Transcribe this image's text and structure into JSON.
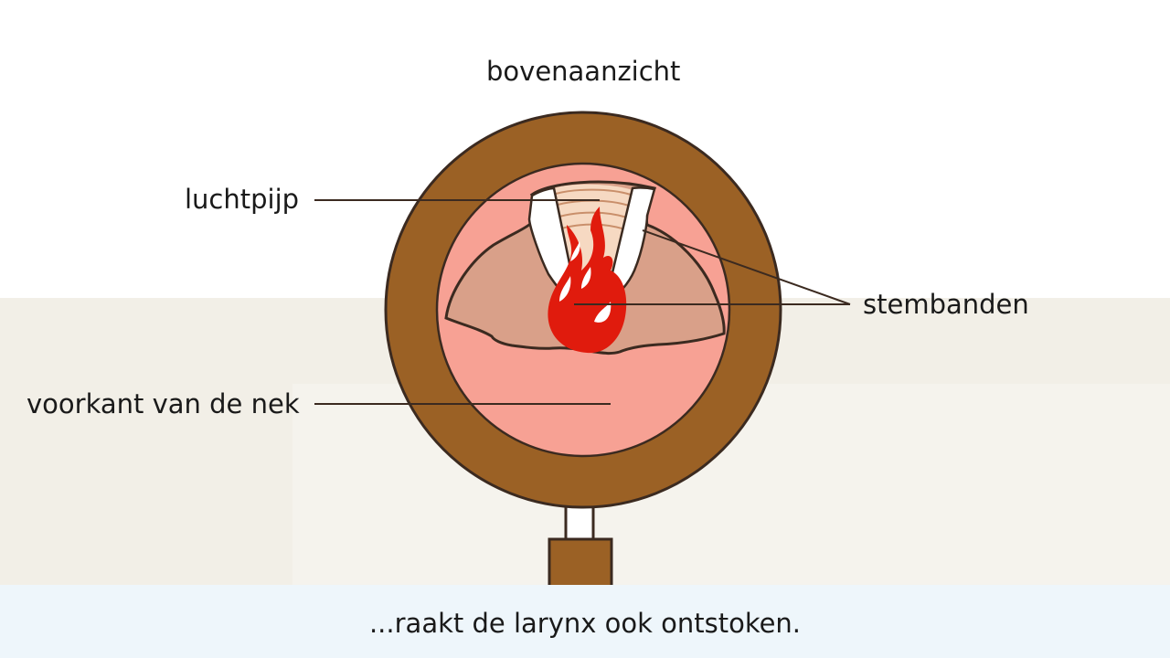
{
  "diagram": {
    "title": "bovenaanzicht",
    "labels": {
      "trachea": "luchtpijp",
      "vocal_cords": "stembanden",
      "front_of_neck": "voorkant van de nek"
    }
  },
  "subtitle": {
    "text": "...raakt de larynx ook ontstoken."
  },
  "colors": {
    "frame_brown": "#9b6125",
    "outline": "#3b2a20",
    "throat_pink": "#f7a194",
    "tissue_tan": "#d9a089",
    "trachea_rings": "#f3c9a6",
    "flame_red": "#e01b0d",
    "caption_bg": "#eef6fb"
  },
  "icons": [
    "magnifying-glass-icon",
    "flame-icon"
  ]
}
